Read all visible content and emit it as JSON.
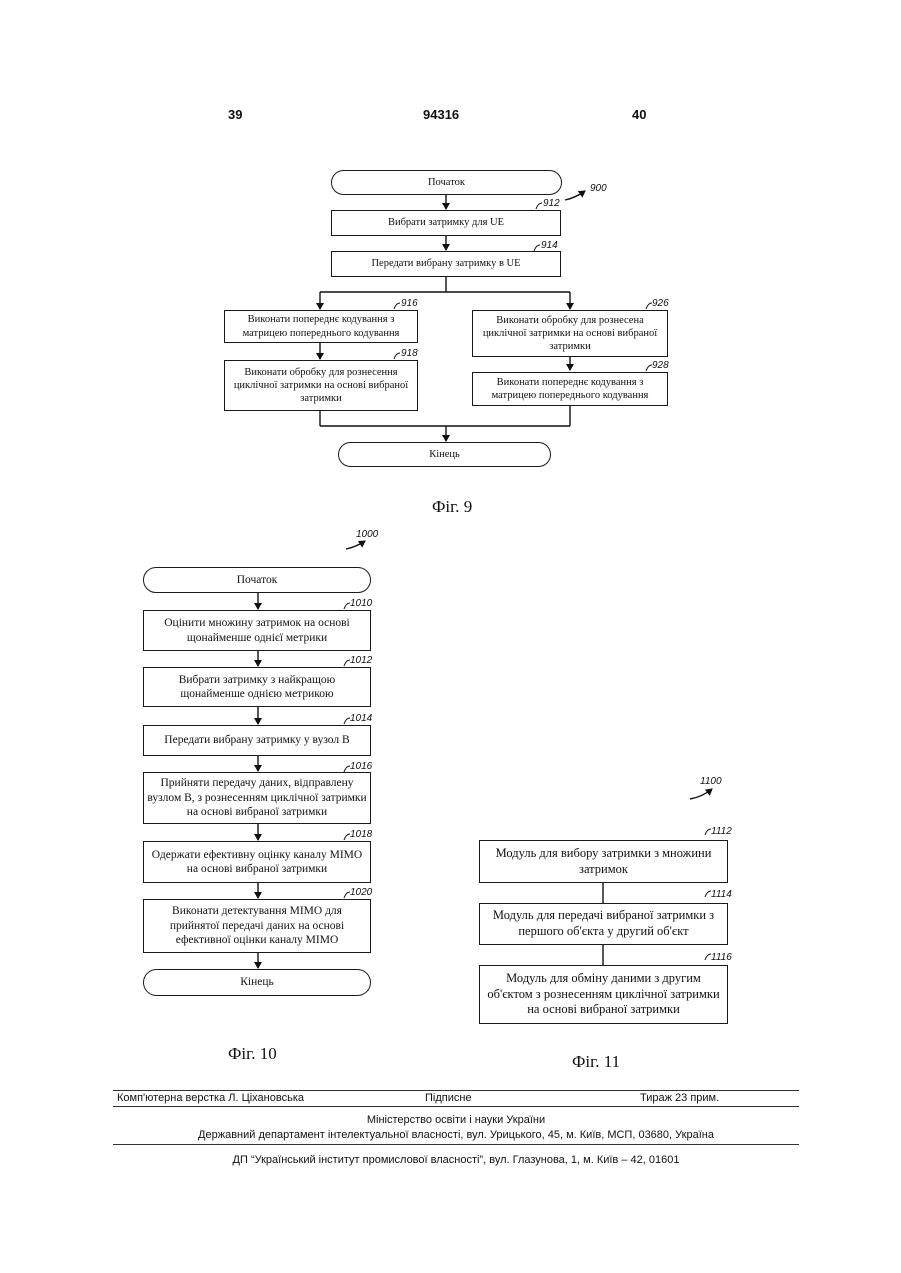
{
  "header": {
    "left_page": "39",
    "patent_number": "94316",
    "right_page": "40"
  },
  "fig9": {
    "ref_main": "900",
    "start": "Початок",
    "step_912": {
      "ref": "912",
      "text": "Вибрати затримку для UE"
    },
    "step_914": {
      "ref": "914",
      "text": "Передати вибрану затримку в UE"
    },
    "step_916": {
      "ref": "916",
      "text": "Виконати попереднє кодування з матрицею попереднього кодування"
    },
    "step_918": {
      "ref": "918",
      "text": "Виконати обробку для рознесення циклічної затримки на основі вибраної затримки"
    },
    "step_926": {
      "ref": "926",
      "text": "Виконати обробку для рознесена циклічної затримки на основі вибраної затримки"
    },
    "step_928": {
      "ref": "928",
      "text": "Виконати попереднє кодування з матрицею попереднього кодування"
    },
    "end": "Кінець",
    "caption": "Фіг. 9"
  },
  "fig10": {
    "ref_main": "1000",
    "start": "Початок",
    "step_1010": {
      "ref": "1010",
      "text": "Оцінити множину затримок на основі щонайменше однієї метрики"
    },
    "step_1012": {
      "ref": "1012",
      "text": "Вибрати затримку з найкращою щонайменше однією метрикою"
    },
    "step_1014": {
      "ref": "1014",
      "text": "Передати вибрану затримку у вузол В"
    },
    "step_1016": {
      "ref": "1016",
      "text": "Прийняти передачу даних, відправлену вузлом В, з рознесенням циклічної затримки на основі вибраної затримки"
    },
    "step_1018": {
      "ref": "1018",
      "text": "Одержати ефективну оцінку каналу МІМО на основі вибраної затримки"
    },
    "step_1020": {
      "ref": "1020",
      "text": "Виконати детектування МІМО для прийнятої передачі даних на основі ефективної оцінки каналу МІМО"
    },
    "end": "Кінець",
    "caption": "Фіг. 10"
  },
  "fig11": {
    "ref_main": "1100",
    "step_1112": {
      "ref": "1112",
      "text": "Модуль для вибору затримки з множини затримок"
    },
    "step_1114": {
      "ref": "1114",
      "text": "Модуль для передачі вибраної затримки з першого об'єкта у другий об'єкт"
    },
    "step_1116": {
      "ref": "1116",
      "text": "Модуль для обміну даними з другим об'єктом з рознесенням циклічної затримки на основі вибраної затримки"
    },
    "caption": "Фіг. 11"
  },
  "footer": {
    "typesetter": "Комп'ютерна верстка Л. Ціхановська",
    "signed": "Підписне",
    "circulation": "Тираж 23 прим.",
    "ministry": "Міністерство освіти і науки України",
    "department": "Державний департамент інтелектуальної власності, вул. Урицького, 45, м. Київ, МСП, 03680, Україна",
    "institute": "ДП “Український інститут промислової власності”, вул. Глазунова, 1, м. Київ – 42, 01601"
  }
}
